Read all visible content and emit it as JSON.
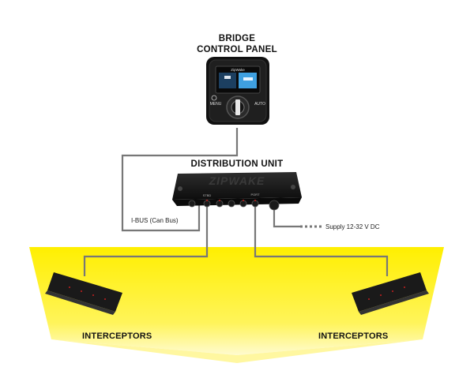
{
  "diagram": {
    "bridge_title_line1": "BRIDGE",
    "bridge_title_line2": "CONTROL PANEL",
    "distribution_title": "DISTRIBUTION UNIT",
    "ibus_label": "I-BUS (Can Bus)",
    "supply_label": "Supply 12-32 V DC",
    "interceptors_left": "INTERCEPTORS",
    "interceptors_right": "INTERCEPTORS",
    "brand_text": "ZIPWAKE",
    "panel_brand": "ZipWake",
    "panel_button_left": "MENU",
    "panel_button_right": "AUTO",
    "port_label_stbd": "STBD",
    "port_label_port": "PORT",
    "colors": {
      "hull": "#ffea00",
      "cable": "#777777",
      "device": "#1b1b1b",
      "screen": "#3fa0e0"
    }
  }
}
